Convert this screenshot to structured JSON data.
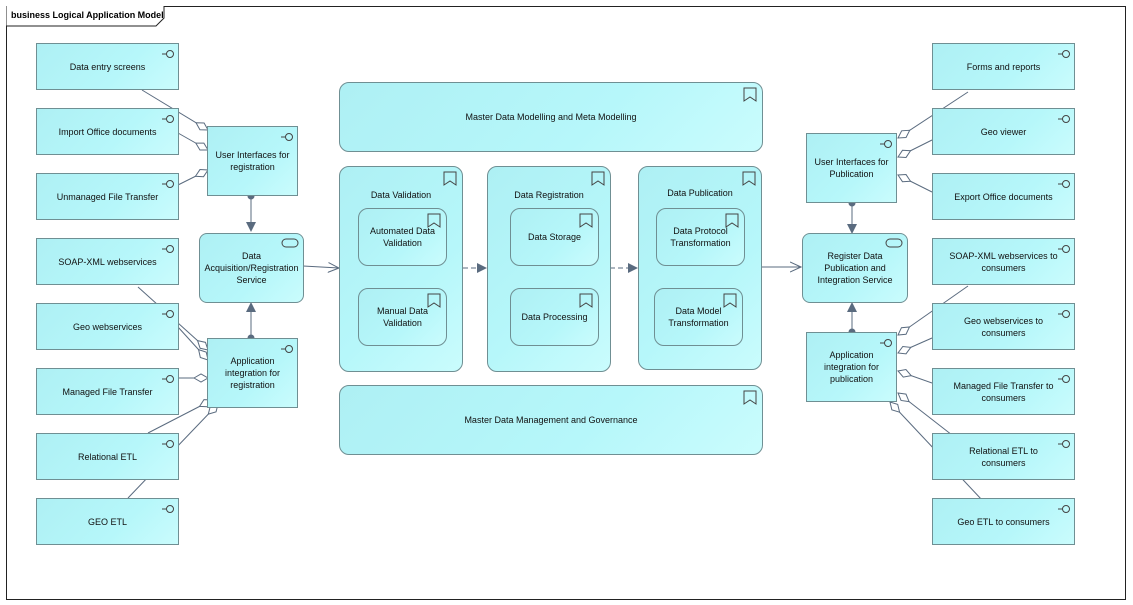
{
  "diagram": {
    "title": "business Logical Application Model"
  },
  "left_components": [
    "Data entry screens",
    "Import Office documents",
    "Unmanaged File Transfer",
    "SOAP-XML webservices",
    "Geo webservices",
    "Managed File Transfer",
    "Relational ETL",
    "GEO ETL"
  ],
  "left_interfaces": {
    "registration_ui": "User Interfaces for registration",
    "acquisition_service": "Data Acquisition/Registration Service",
    "app_integration": "Application integration for registration"
  },
  "center": {
    "modelling": "Master Data Modelling and Meta Modelling",
    "validation": {
      "title": "Data Validation",
      "automated": "Automated Data Validation",
      "manual": "Manual Data Validation"
    },
    "registration": {
      "title": "Data Registration",
      "storage": "Data Storage",
      "processing": "Data Processing"
    },
    "publication": {
      "title": "Data Publication",
      "protocol": "Data Protocol Transformation",
      "model": "Data Model Transformation"
    },
    "governance": "Master Data Management and Governance"
  },
  "right_interfaces": {
    "publication_ui": "User Interfaces for Publication",
    "register_service": "Register Data Publication and Integration Service",
    "app_integration": "Application integration for publication"
  },
  "right_components": [
    "Forms and reports",
    "Geo viewer",
    "Export Office documents",
    "SOAP-XML webservices to consumers",
    "Geo webservices to consumers",
    "Managed File Transfer to consumers",
    "Relational ETL to consumers",
    "Geo ETL to consumers"
  ],
  "colors": {
    "fill": "#b6f7fa",
    "border": "#6f8f93",
    "connector": "#5a6b7f"
  }
}
